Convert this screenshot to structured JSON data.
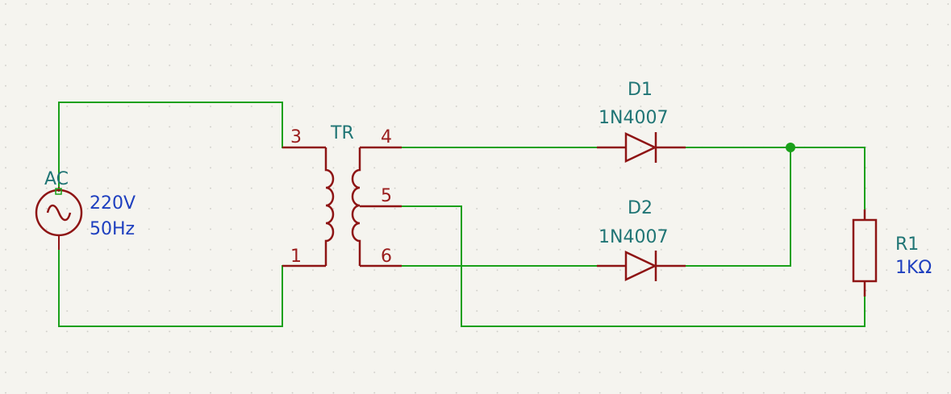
{
  "source": {
    "reference": "AC",
    "voltage": "220V",
    "frequency": "50Hz"
  },
  "transformer": {
    "reference": "TR",
    "pins": {
      "primary_top": "3",
      "primary_bottom": "1",
      "secondary_top": "4",
      "secondary_center": "5",
      "secondary_bottom": "6"
    }
  },
  "diodes": [
    {
      "reference": "D1",
      "value": "1N4007"
    },
    {
      "reference": "D2",
      "value": "1N4007"
    }
  ],
  "resistor": {
    "reference": "R1",
    "value": "1KΩ"
  },
  "colors": {
    "wire": "#1aa01a",
    "component": "#8e1414",
    "reference_text": "#207575",
    "value_text": "#1e3fbf",
    "pin_text": "#9a1d1d",
    "background": "#f5f4ef",
    "grid_dot": "#c9c8c2"
  }
}
